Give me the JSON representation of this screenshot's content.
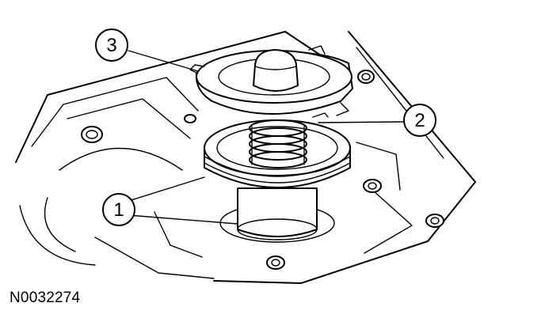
{
  "figure": {
    "id": "N0032274"
  },
  "callouts": [
    {
      "number": "1",
      "label": ""
    },
    {
      "number": "2",
      "label": ""
    },
    {
      "number": "3",
      "label": ""
    }
  ],
  "colors": {
    "ink": "#000000",
    "paper": "#ffffff"
  }
}
